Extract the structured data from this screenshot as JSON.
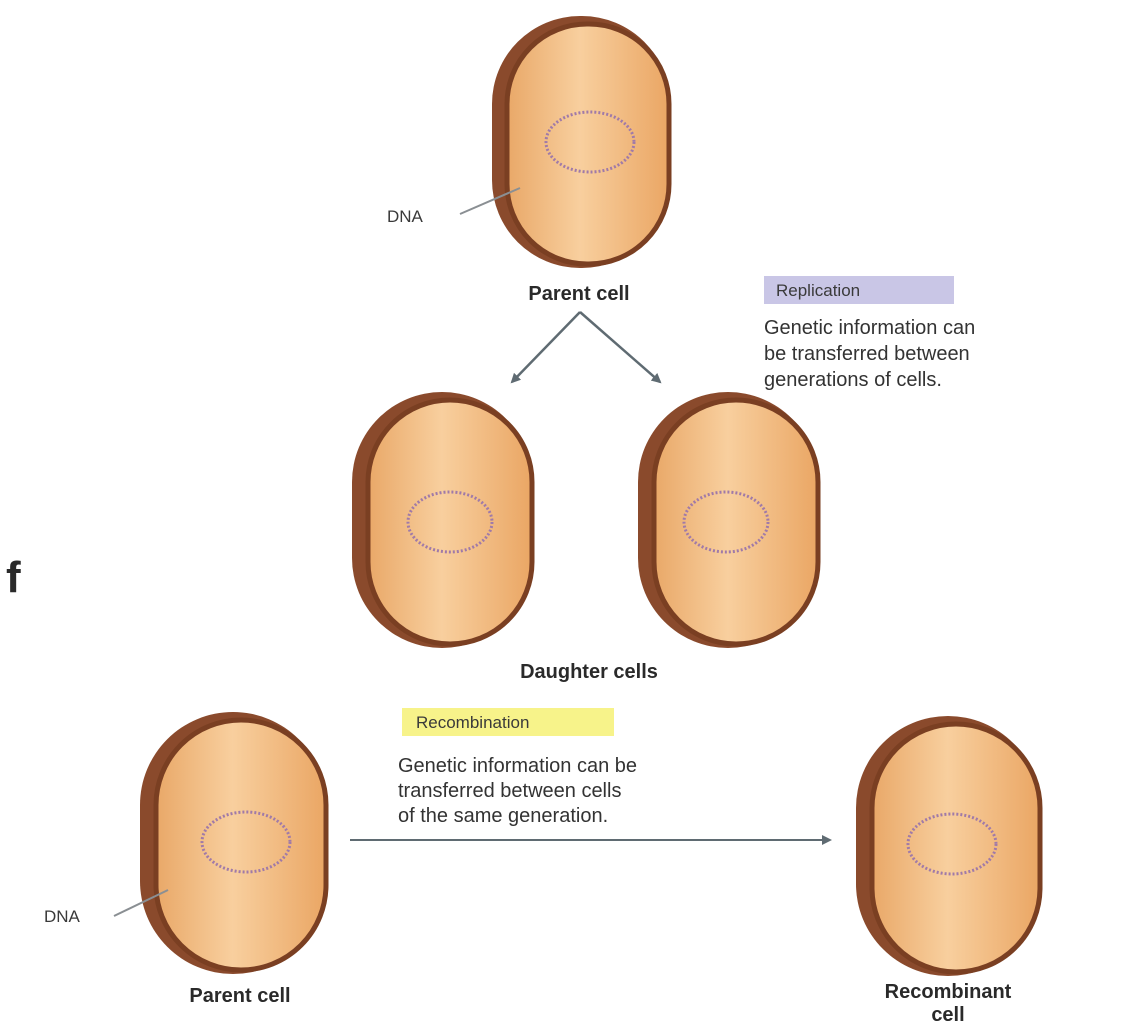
{
  "panel_letter": "f",
  "replication": {
    "tag": "Replication",
    "tag_color": "#c9c6e6",
    "description_lines": [
      "Genetic information can",
      "be transferred between",
      "generations of cells."
    ],
    "parent_label": "Parent cell",
    "dna_label": "DNA",
    "daughter_label": "Daughter cells"
  },
  "recombination": {
    "tag": "Recombination",
    "tag_color": "#f7f38a",
    "description_lines": [
      "Genetic information can be",
      "transferred between cells",
      "of the same generation."
    ],
    "parent_label": "Parent cell",
    "dna_label": "DNA",
    "result_label_lines": [
      "Recombinant",
      "cell"
    ]
  },
  "colors": {
    "cell_outline": "#7a3f22",
    "cell_fill": "#f1b77a",
    "cell_highlight": "#f9cf9c",
    "dna_ring": "#a07aa8",
    "arrow": "#5f6b72"
  }
}
